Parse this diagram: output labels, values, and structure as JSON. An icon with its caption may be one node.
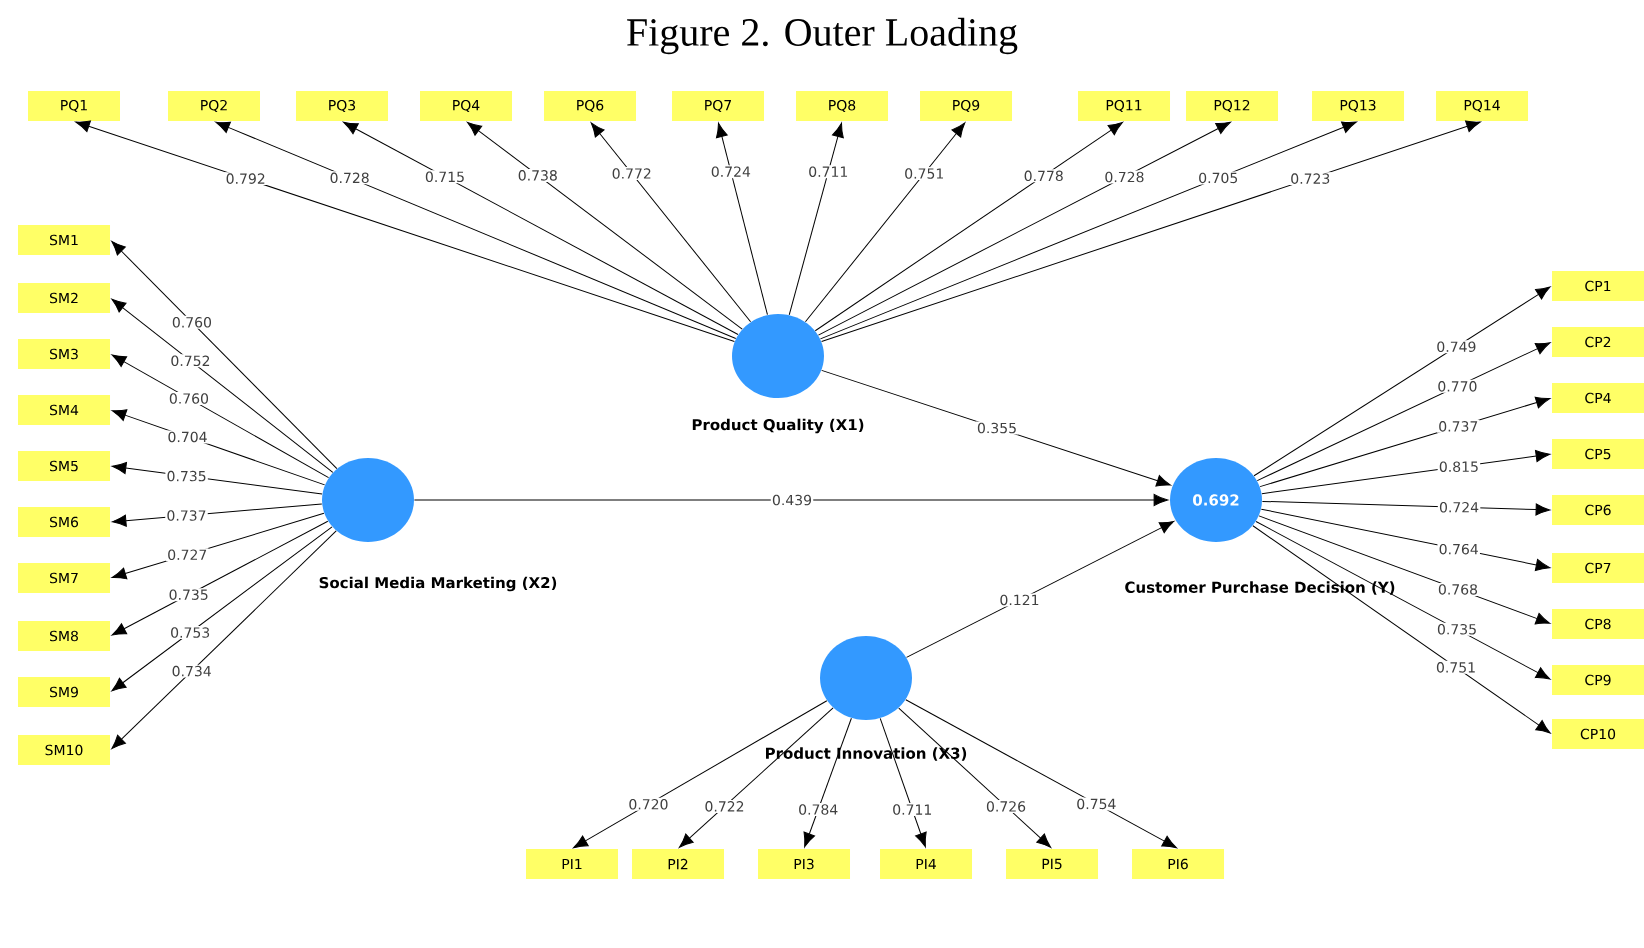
{
  "diagram": {
    "title": "Figure 2. Outer Loading",
    "nodes": [
      {
        "text": [
          "Product Quality (X1)"
        ]
      },
      {
        "text": [
          "Social Media Marketing (X2)"
        ]
      },
      {
        "text": [
          "0.692",
          "Customer Purchase Decision (Y)"
        ]
      },
      {
        "text": [
          "Product Innovation (X3)"
        ]
      },
      {
        "text": [
          "PQ1"
        ]
      },
      {
        "text": [
          "PQ2"
        ]
      },
      {
        "text": [
          "PQ3"
        ]
      },
      {
        "text": [
          "PQ4"
        ]
      },
      {
        "text": [
          "PQ6"
        ]
      },
      {
        "text": [
          "PQ7"
        ]
      },
      {
        "text": [
          "PQ8"
        ]
      },
      {
        "text": [
          "PQ9"
        ]
      },
      {
        "text": [
          "PQ11"
        ]
      },
      {
        "text": [
          "PQ12"
        ]
      },
      {
        "text": [
          "PQ13"
        ]
      },
      {
        "text": [
          "PQ14"
        ]
      },
      {
        "text": [
          "SM1"
        ]
      },
      {
        "text": [
          "SM2"
        ]
      },
      {
        "text": [
          "SM3"
        ]
      },
      {
        "text": [
          "SM4"
        ]
      },
      {
        "text": [
          "SM5"
        ]
      },
      {
        "text": [
          "SM6"
        ]
      },
      {
        "text": [
          "SM7"
        ]
      },
      {
        "text": [
          "SM8"
        ]
      },
      {
        "text": [
          "SM9"
        ]
      },
      {
        "text": [
          "SM10"
        ]
      },
      {
        "text": [
          "CP1"
        ]
      },
      {
        "text": [
          "CP2"
        ]
      },
      {
        "text": [
          "CP4"
        ]
      },
      {
        "text": [
          "CP5"
        ]
      },
      {
        "text": [
          "CP6"
        ]
      },
      {
        "text": [
          "CP7"
        ]
      },
      {
        "text": [
          "CP8"
        ]
      },
      {
        "text": [
          "CP9"
        ]
      },
      {
        "text": [
          "CP10"
        ]
      },
      {
        "text": [
          "PI1"
        ]
      },
      {
        "text": [
          "PI2"
        ]
      },
      {
        "text": [
          "PI3"
        ]
      },
      {
        "text": [
          "PI4"
        ]
      },
      {
        "text": [
          "PI5"
        ]
      },
      {
        "text": [
          "PI6"
        ]
      }
    ],
    "edges": [
      {
        "from": 0,
        "to": 4,
        "arrow": "to",
        "label": "0.792"
      },
      {
        "from": 0,
        "to": 5,
        "arrow": "to",
        "label": "0.728"
      },
      {
        "from": 0,
        "to": 6,
        "arrow": "to",
        "label": "0.715"
      },
      {
        "from": 0,
        "to": 7,
        "arrow": "to",
        "label": "0.738"
      },
      {
        "from": 0,
        "to": 8,
        "arrow": "to",
        "label": "0.772"
      },
      {
        "from": 0,
        "to": 9,
        "arrow": "to",
        "label": "0.724"
      },
      {
        "from": 0,
        "to": 10,
        "arrow": "to",
        "label": "0.711"
      },
      {
        "from": 0,
        "to": 11,
        "arrow": "to",
        "label": "0.751"
      },
      {
        "from": 0,
        "to": 12,
        "arrow": "to",
        "label": "0.778"
      },
      {
        "from": 0,
        "to": 13,
        "arrow": "to",
        "label": "0.728"
      },
      {
        "from": 0,
        "to": 14,
        "arrow": "to",
        "label": "0.705"
      },
      {
        "from": 0,
        "to": 15,
        "arrow": "to",
        "label": "0.723"
      },
      {
        "from": 1,
        "to": 16,
        "arrow": "to",
        "label": "0.760"
      },
      {
        "from": 1,
        "to": 17,
        "arrow": "to",
        "label": "0.752"
      },
      {
        "from": 1,
        "to": 18,
        "arrow": "to",
        "label": "0.760"
      },
      {
        "from": 1,
        "to": 19,
        "arrow": "to",
        "label": "0.704"
      },
      {
        "from": 1,
        "to": 20,
        "arrow": "to",
        "label": "0.735"
      },
      {
        "from": 1,
        "to": 21,
        "arrow": "to",
        "label": "0.737"
      },
      {
        "from": 1,
        "to": 22,
        "arrow": "to",
        "label": "0.727"
      },
      {
        "from": 1,
        "to": 23,
        "arrow": "to",
        "label": "0.735"
      },
      {
        "from": 1,
        "to": 24,
        "arrow": "to",
        "label": "0.753"
      },
      {
        "from": 1,
        "to": 25,
        "arrow": "to",
        "label": "0.734"
      },
      {
        "from": 2,
        "to": 26,
        "arrow": "to",
        "label": "0.749"
      },
      {
        "from": 2,
        "to": 27,
        "arrow": "to",
        "label": "0.770"
      },
      {
        "from": 2,
        "to": 28,
        "arrow": "to",
        "label": "0.737"
      },
      {
        "from": 2,
        "to": 29,
        "arrow": "to",
        "label": "0.815"
      },
      {
        "from": 2,
        "to": 30,
        "arrow": "to",
        "label": "0.724"
      },
      {
        "from": 2,
        "to": 31,
        "arrow": "to",
        "label": "0.764"
      },
      {
        "from": 2,
        "to": 32,
        "arrow": "to",
        "label": "0.768"
      },
      {
        "from": 2,
        "to": 33,
        "arrow": "to",
        "label": "0.735"
      },
      {
        "from": 2,
        "to": 34,
        "arrow": "to",
        "label": "0.751"
      },
      {
        "from": 3,
        "to": 35,
        "arrow": "to",
        "label": "0.720"
      },
      {
        "from": 3,
        "to": 36,
        "arrow": "to",
        "label": "0.722"
      },
      {
        "from": 3,
        "to": 37,
        "arrow": "to",
        "label": "0.784"
      },
      {
        "from": 3,
        "to": 38,
        "arrow": "to",
        "label": "0.711"
      },
      {
        "from": 3,
        "to": 39,
        "arrow": "to",
        "label": "0.726"
      },
      {
        "from": 3,
        "to": 40,
        "arrow": "to",
        "label": "0.754"
      },
      {
        "from": 0,
        "to": 2,
        "arrow": "to",
        "label": "0.355"
      },
      {
        "from": 1,
        "to": 2,
        "arrow": "to",
        "label": "0.439"
      },
      {
        "from": 3,
        "to": 2,
        "arrow": "to",
        "label": "0.121"
      }
    ]
  }
}
